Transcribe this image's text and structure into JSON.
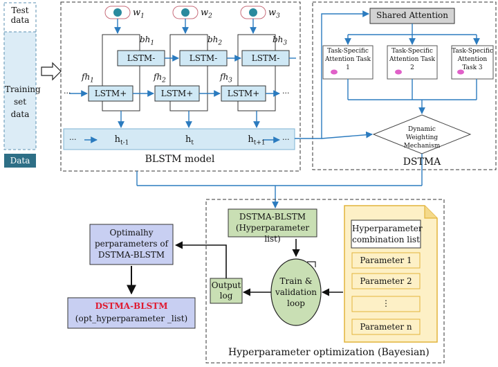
{
  "data_panel": {
    "test": "Test data",
    "training": "Training set data",
    "footer": "Data"
  },
  "blstm": {
    "inputs": [
      "w1",
      "w2",
      "w3"
    ],
    "backward_labels": [
      "bh1",
      "bh2",
      "bh3"
    ],
    "forward_labels": [
      "fh1",
      "fh2",
      "fh3"
    ],
    "lstm_backward": "LSTM-",
    "lstm_forward": "LSTM+",
    "hidden_states": [
      "ht-1",
      "ht",
      "ht+1"
    ],
    "ellipsis": "···",
    "title": "BLSTM model"
  },
  "dstma": {
    "shared": "Shared Attention",
    "tasks": [
      "Task-Specific Attention Task 1",
      "Task-Specific Attention Task 2",
      "Task-Specific Attention Task 3"
    ],
    "dynamic": "Dynamic Weighting Mechanism",
    "title": "DSTMA"
  },
  "hyper": {
    "blstm_box": "DSTMA-BLSTM (Hyperparameter list)",
    "list_title": "Hyperparameter combination list",
    "params": [
      "Parameter 1",
      "Parameter 2",
      "⋮",
      "Parameter n"
    ],
    "loop": "Train & validation loop",
    "output": "Output log",
    "title": "Hyperparameter optimization (Bayesian)"
  },
  "result": {
    "optimal": "Optimalhy perparameters of DSTMA-BLSTM",
    "final_title": "DSTMA-BLSTM",
    "final_sub": "(opt_hyperparameter _list)"
  },
  "colors": {
    "arrow": "#2b7bbf",
    "lstm_fill": "#cfe8f5",
    "h_band": "#d4e9f5",
    "data_footer": "#2e6f86",
    "green": "#c9dfb4",
    "purple": "#c8cff2",
    "paper": "#fdf0c6",
    "shared": "#d3d3d3",
    "red": "#e0192f"
  }
}
